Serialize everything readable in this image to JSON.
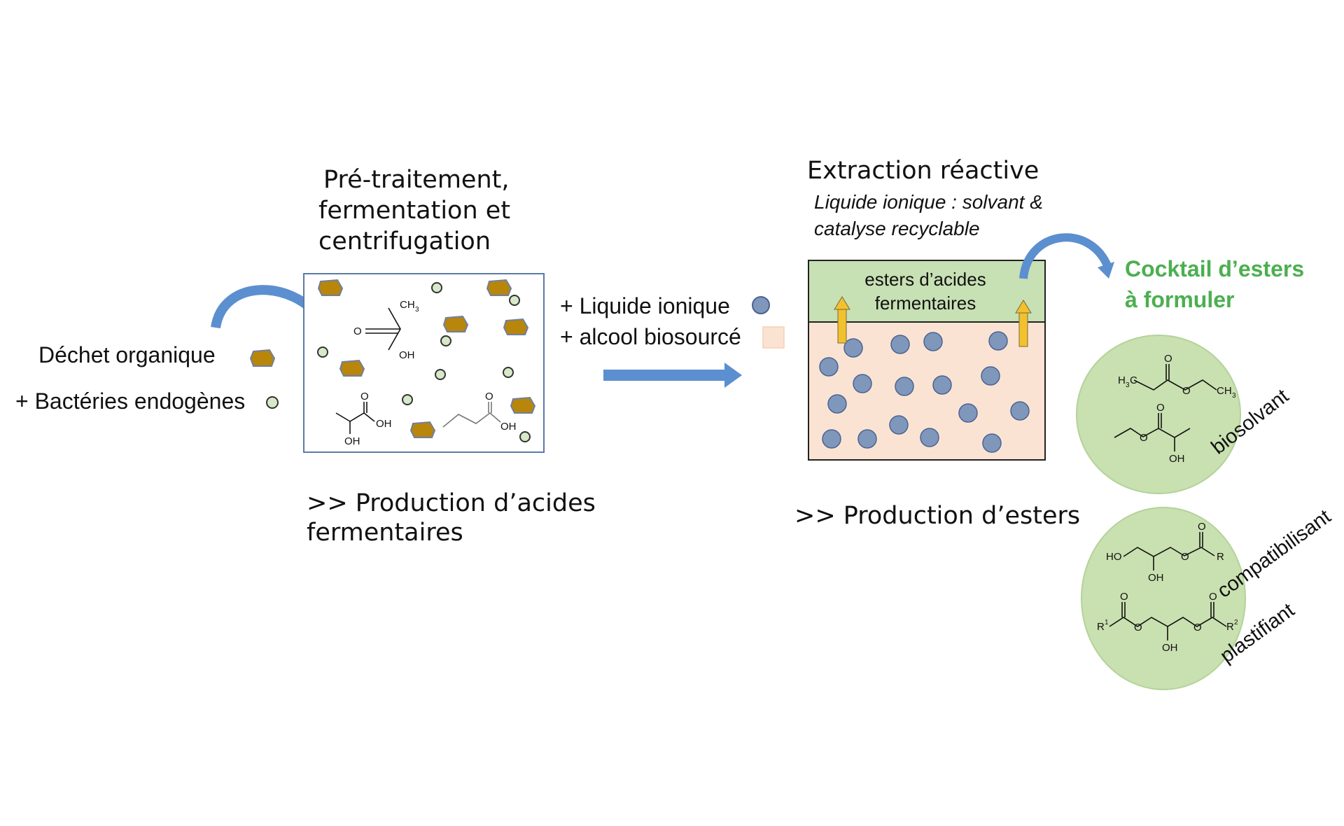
{
  "colors": {
    "waste": "#b8860b",
    "waste_border": "#6f7fa0",
    "bacteria_fill": "#d7e9c8",
    "bacteria_stroke": "#333333",
    "ionic_liquid": "#8097bc",
    "ionic_liquid_stroke": "#4a6390",
    "alcohol": "#fbe3d3",
    "ester_layer": "#c7e0b4",
    "circle_bg": "#c9e0b0",
    "arrow_blue": "#5b8fcf",
    "yellow_arrow": "#f2c12e",
    "green_text": "#4caf50"
  },
  "inputs": {
    "waste_label": "Déchet organique",
    "bacteria_label": "+ Bactéries endogènes"
  },
  "fermentation": {
    "title_lines": [
      "Pré-traitement,",
      "fermentation et",
      "centrifugation"
    ],
    "output_lines": [
      ">> Production d’acides",
      "fermentaires"
    ],
    "acetic": {
      "ch3": "CH",
      "ch3_sub": "3",
      "o": "O",
      "oh": "OH"
    },
    "lactic": {
      "oh_acid": "OH",
      "oh_alcohol": "OH",
      "o": "O"
    },
    "butyric": {
      "oh": "OH",
      "o": "O"
    }
  },
  "reagents": {
    "ionic_liquid_label": "+ Liquide ionique",
    "alcohol_label": "+  alcool biosourcé"
  },
  "extraction": {
    "title": "Extraction réactive",
    "subtitle_lines": [
      "Liquide ionique : solvant &",
      "catalyse recyclable"
    ],
    "ester_layer_lines": [
      "esters d’acides",
      "fermentaires"
    ],
    "output": ">> Production d’esters"
  },
  "cocktail": {
    "title_lines": [
      "Cocktail d’esters",
      "à formuler"
    ],
    "biosolvant_label": "biosolvant",
    "compatibilisant_label": "compatibilisant",
    "plastifiant_label": "plastifiant",
    "ethyl_propanoate": {
      "h3c": "H",
      "h3c_sub": "3",
      "h3c_c": "C",
      "ch3": "CH",
      "ch3_sub": "3",
      "o_carbonyl": "O",
      "o_ester": "O"
    },
    "ethyl_lactate": {
      "o_carbonyl": "O",
      "o_ester": "O",
      "oh": "OH"
    },
    "monoglyceride": {
      "ho": "HO",
      "oh": "OH",
      "o_ester": "O",
      "o_carbonyl": "O",
      "r": "R"
    },
    "diglyceride": {
      "r1": "R",
      "r1_sup": "1",
      "r2": "R",
      "r2_sup": "2",
      "oh": "OH",
      "o_left_ester": "O",
      "o_right_ester": "O",
      "o_left_carbonyl": "O",
      "o_right_carbonyl": "O"
    }
  }
}
